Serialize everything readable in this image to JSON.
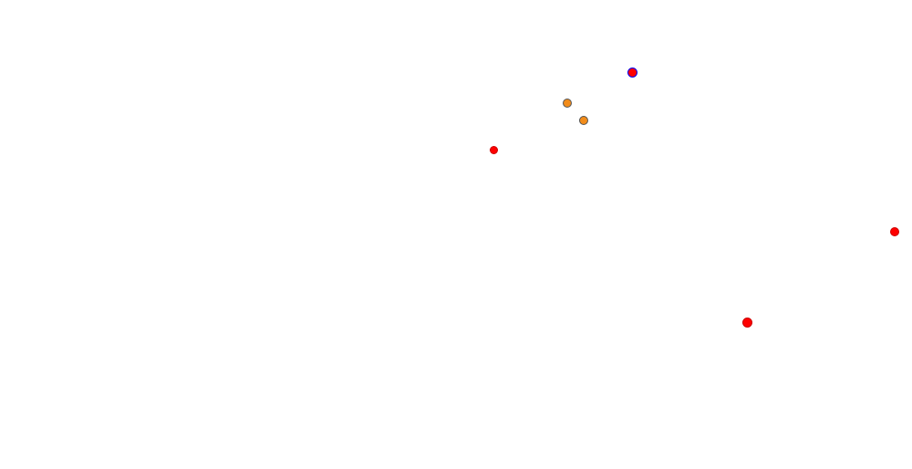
{
  "markers": [
    {
      "name": "marker-red-dot",
      "color": "#ff0000",
      "outline": "#0000ff"
    },
    {
      "name": "marker-orange-dot",
      "color": "#f28c1a",
      "outline": "#555555"
    },
    {
      "name": "marker-orange-dot",
      "color": "#f28c1a",
      "outline": "#555555"
    },
    {
      "name": "marker-red-dot",
      "color": "#ff0000",
      "outline": "#cc0000"
    },
    {
      "name": "marker-red-dot",
      "color": "#ff0000",
      "outline": "#cc0000"
    },
    {
      "name": "marker-red-dot",
      "color": "#ff0000",
      "outline": "#cc0000"
    }
  ]
}
